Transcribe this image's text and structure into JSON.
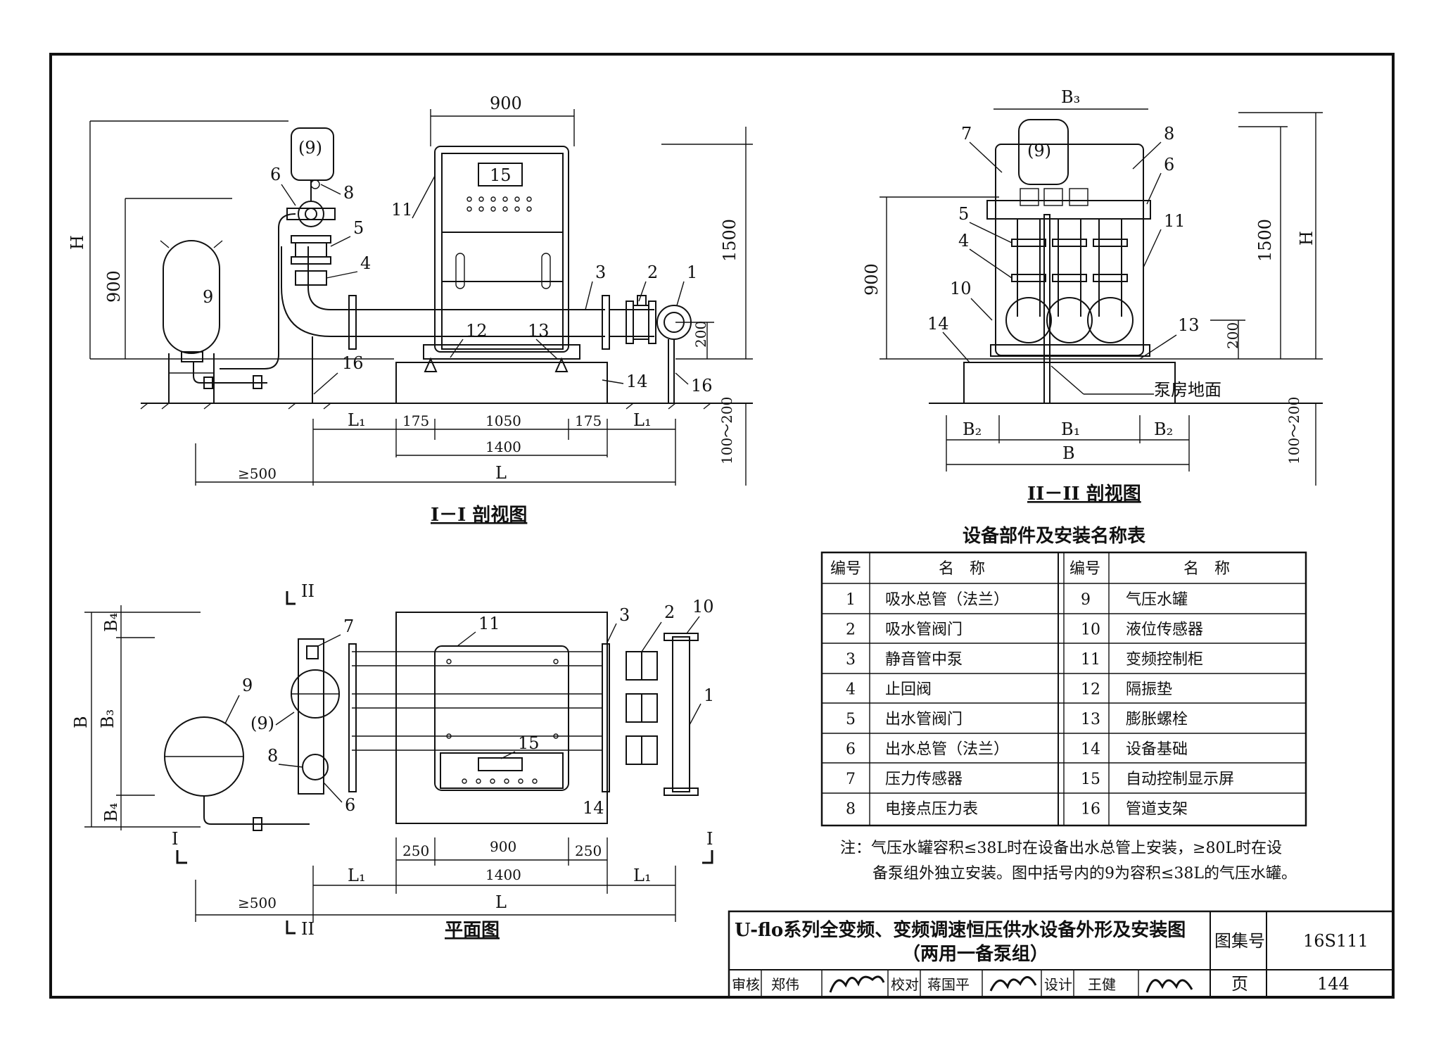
{
  "views": {
    "section1_title": "I－I 剖视图",
    "section2_title": "II－II 剖视图",
    "plan_title": "平面图",
    "floor_label": "泵房地面"
  },
  "dims": {
    "s1": {
      "d900": "900",
      "H": "H",
      "d900v": "900",
      "d1500": "1500",
      "d200": "200",
      "L1a": "L₁",
      "d175a": "175",
      "d1050": "1050",
      "d175b": "175",
      "L1b": "L₁",
      "d1400": "1400",
      "ge500": "≥500",
      "L": "L",
      "r100": "100～200"
    },
    "s2": {
      "B3": "B₃",
      "d900": "900",
      "d1500": "1500",
      "H": "H",
      "d200": "200",
      "B2a": "B₂",
      "B1": "B₁",
      "B2b": "B₂",
      "B": "B",
      "r100": "100～200"
    },
    "plan": {
      "B4a": "B₄",
      "B": "B",
      "B3": "B₃",
      "B4b": "B₄",
      "d250a": "250",
      "d900": "900",
      "d250b": "250",
      "L1a": "L₁",
      "d1400": "1400",
      "L1b": "L₁",
      "ge500": "≥500",
      "L": "L",
      "secII": "II",
      "secI": "I"
    }
  },
  "callouts": {
    "s1": [
      "1",
      "2",
      "3",
      "4",
      "5",
      "6",
      "8",
      "11",
      "12",
      "13",
      "14",
      "16",
      "16",
      "(9)",
      "9",
      "15"
    ],
    "s2": [
      "7",
      "8",
      "6",
      "5",
      "4",
      "10",
      "14",
      "11",
      "13",
      "(9)"
    ],
    "plan": [
      "7",
      "2",
      "10",
      "3",
      "11",
      "9",
      "(9)",
      "1",
      "8",
      "6",
      "15",
      "14"
    ]
  },
  "parts_table": {
    "title": "设备部件及安装名称表",
    "headers": [
      "编号",
      "名　称",
      "编号",
      "名　称"
    ],
    "rows": [
      [
        "1",
        "吸水总管（法兰）",
        "9",
        "气压水罐"
      ],
      [
        "2",
        "吸水管阀门",
        "10",
        "液位传感器"
      ],
      [
        "3",
        "静音管中泵",
        "11",
        "变频控制柜"
      ],
      [
        "4",
        "止回阀",
        "12",
        "隔振垫"
      ],
      [
        "5",
        "出水管阀门",
        "13",
        "膨胀螺栓"
      ],
      [
        "6",
        "出水总管（法兰）",
        "14",
        "设备基础"
      ],
      [
        "7",
        "压力传感器",
        "15",
        "自动控制显示屏"
      ],
      [
        "8",
        "电接点压力表",
        "16",
        "管道支架"
      ]
    ]
  },
  "note": {
    "line1": "注：气压水罐容积≤38L时在设备出水总管上安装，≥80L时在设",
    "line2": "备泵组外独立安装。图中括号内的9为容积≤38L的气压水罐。"
  },
  "title_block": {
    "title1": "U-flo系列全变频、变频调速恒压供水设备外形及安装图",
    "title2": "（两用一备泵组）",
    "atlas_label": "图集号",
    "atlas_no": "16S111",
    "review_label": "审核",
    "reviewer": "郑伟",
    "check_label": "校对",
    "checker": "蒋国平",
    "design_label": "设计",
    "designer": "王健",
    "page_label": "页",
    "page_no": "144"
  }
}
